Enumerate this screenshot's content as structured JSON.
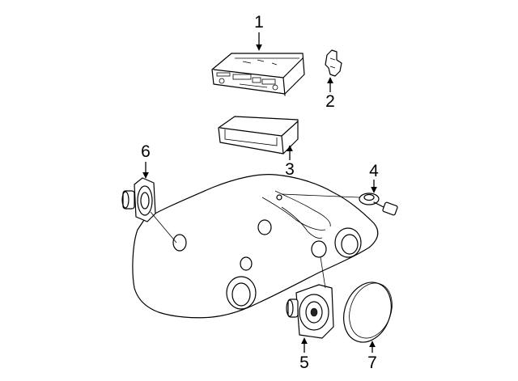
{
  "callouts": {
    "c1": "1",
    "c2": "2",
    "c3": "3",
    "c4": "4",
    "c5": "5",
    "c6": "6",
    "c7": "7"
  }
}
